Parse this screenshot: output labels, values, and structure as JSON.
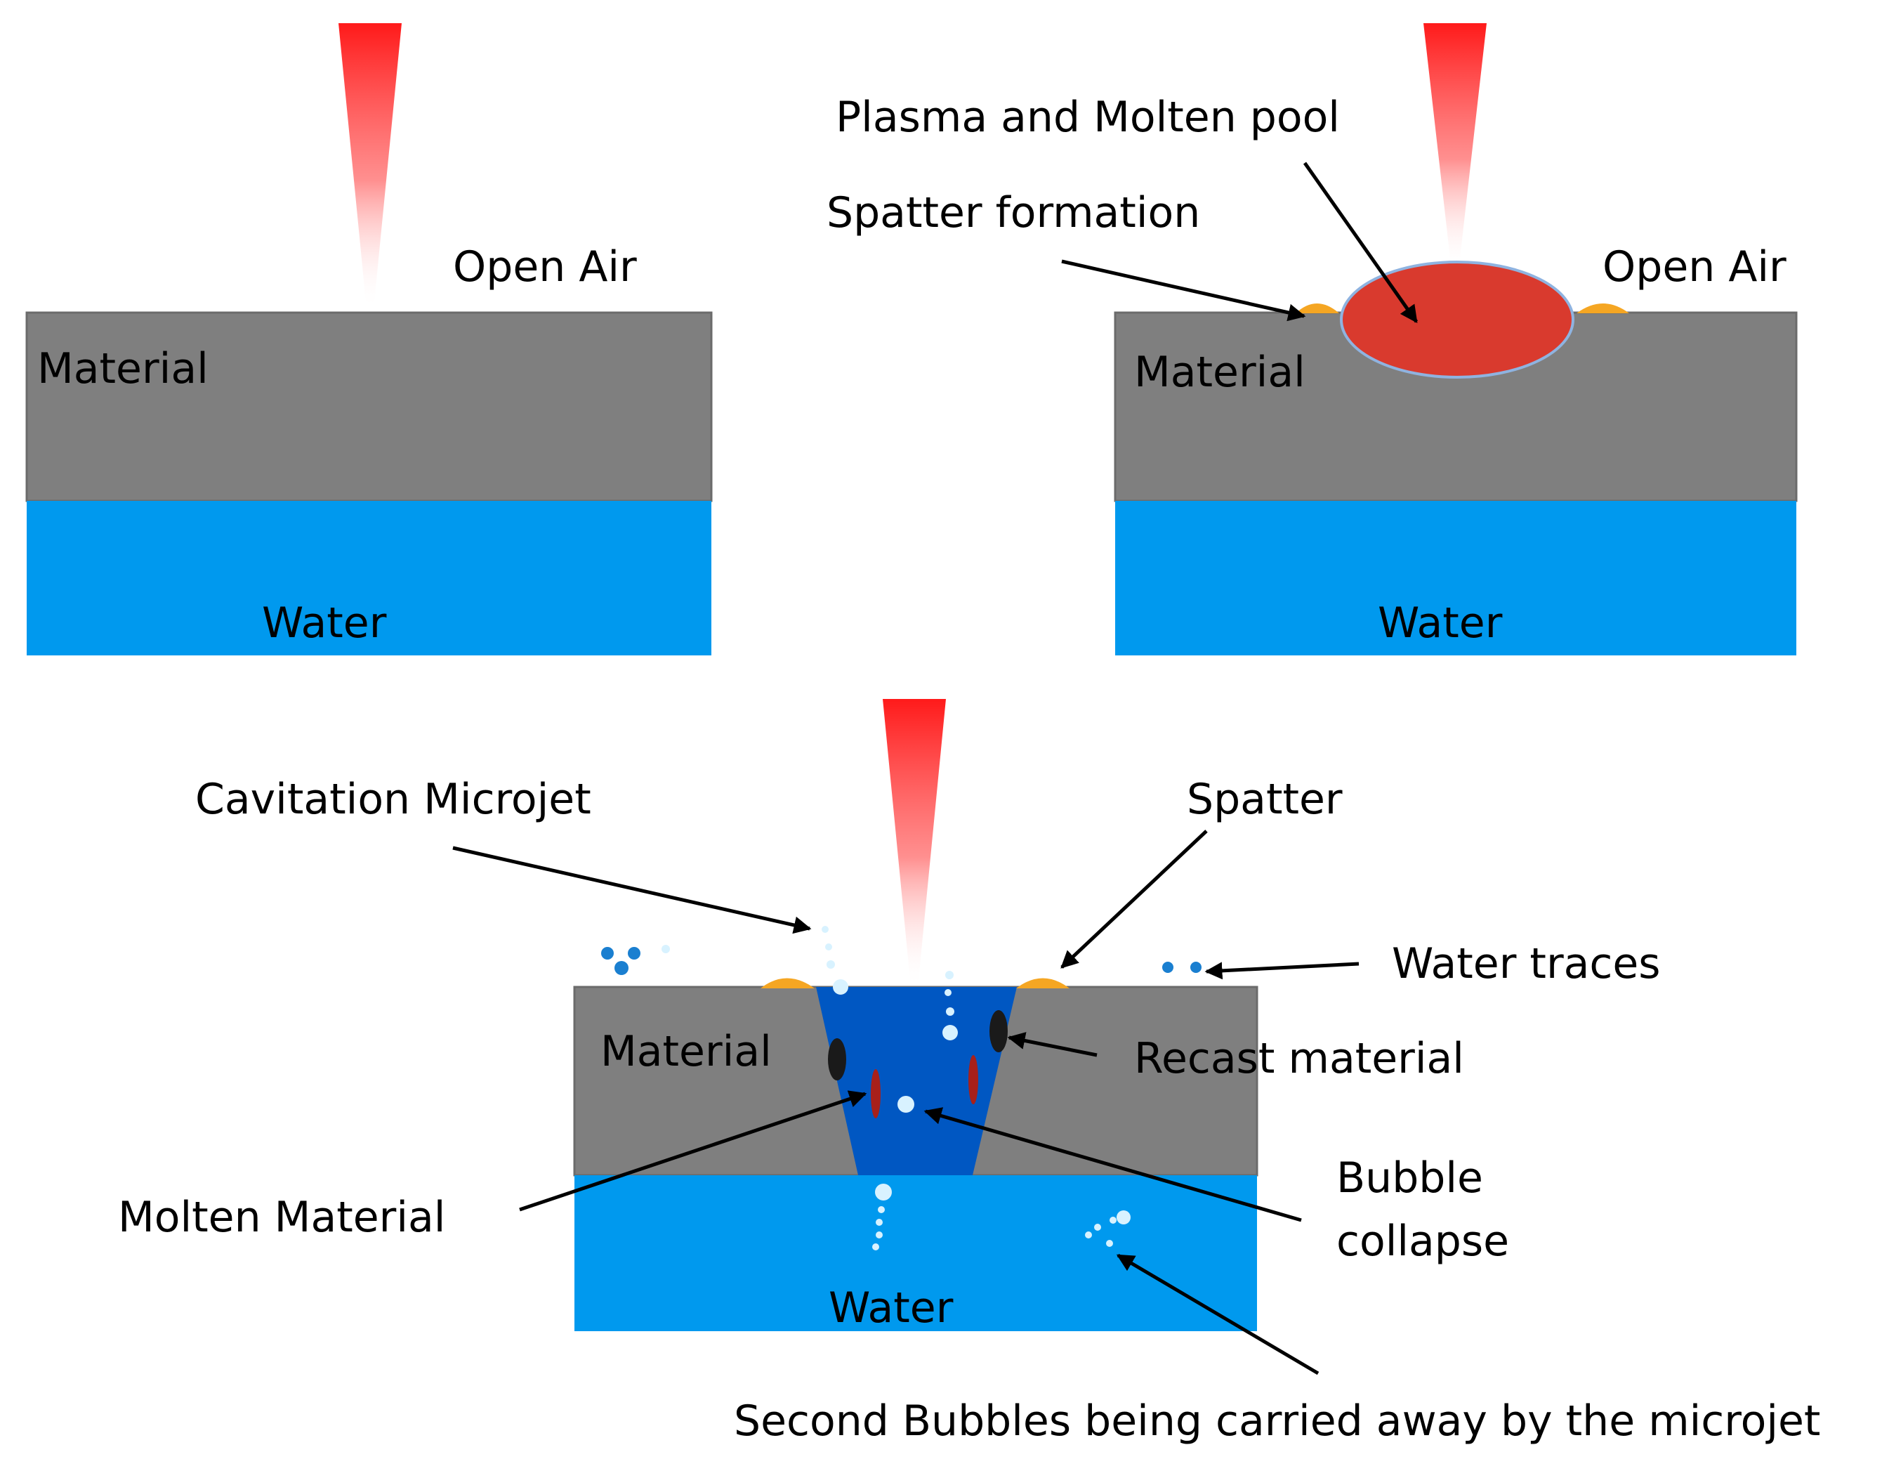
{
  "colors": {
    "material": "#7F7F7F",
    "material_edge": "#6B6B6B",
    "water": "#0099EE",
    "laser": "#FF1A1A",
    "molten_pool": "#D93A2E",
    "pool_edge": "#8FB3E0",
    "spatter": "#F5A623",
    "cut_channel": "#0057C2",
    "bubble": "#D8F2FF",
    "water_drop": "#1A7FD0",
    "recast": "#1A1A1A",
    "molten_streak": "#A8201A",
    "arrow": "#000000"
  },
  "panel_a": {
    "open_air": "Open Air",
    "material": "Material",
    "water": "Water"
  },
  "panel_b": {
    "plasma": "Plasma and Molten pool",
    "spatter_formation": "Spatter formation",
    "open_air": "Open Air",
    "material": "Material",
    "water": "Water"
  },
  "panel_c": {
    "cavitation": "Cavitation Microjet",
    "spatter": "Spatter",
    "water_traces": "Water traces",
    "material": "Material",
    "recast": "Recast material",
    "bubble_line1": "Bubble",
    "bubble_line2": "collapse",
    "molten": "Molten Material",
    "water": "Water",
    "second_bubbles": "Second Bubbles being carried away by the microjet"
  }
}
